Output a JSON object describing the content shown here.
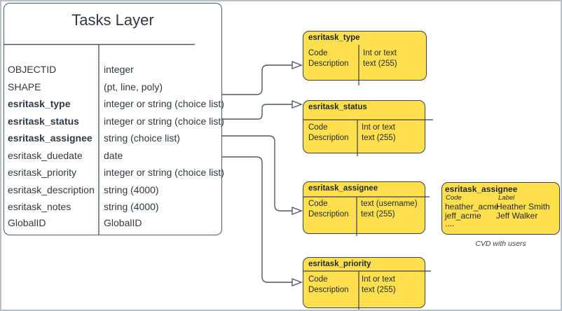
{
  "colors": {
    "choice_box_fill": "#ffdf4d",
    "shape_border": "#38434e",
    "connector": "#4d5a67",
    "text": "#2e3943",
    "frame_border": "#b7c0ca"
  },
  "tasks_layer": {
    "title": "Tasks Layer",
    "fields": [
      {
        "name": "OBJECTID",
        "type": "integer"
      },
      {
        "name": "SHAPE",
        "type": "(pt, line, poly)"
      },
      {
        "name": "esritask_type",
        "type": "integer or string (choice list)"
      },
      {
        "name": "esritask_status",
        "type": "integer or string (choice list)"
      },
      {
        "name": "esritask_assignee",
        "type": "string (choice list)"
      },
      {
        "name": "esritask_duedate",
        "type": "date"
      },
      {
        "name": "esritask_priority",
        "type": "integer or string (choice list)"
      },
      {
        "name": "esritask_description",
        "type": "string (4000)"
      },
      {
        "name": "esritask_notes",
        "type": "string (4000)"
      },
      {
        "name": "GlobalID",
        "type": "GlobalID"
      }
    ]
  },
  "choice_boxes": {
    "type": {
      "title": "esritask_type",
      "col1": [
        "Code",
        "Description"
      ],
      "col2": [
        "Int or text",
        "text (255)"
      ]
    },
    "status": {
      "title": "esritask_status",
      "col1": [
        "Code",
        "Description"
      ],
      "col2": [
        "Int or text",
        "text (255)"
      ]
    },
    "assignee": {
      "title": "esritask_assignee",
      "col1": [
        "Code",
        "Description"
      ],
      "col2": [
        "text (username)",
        "text (255)"
      ]
    },
    "priority": {
      "title": "esritask_priority",
      "col1": [
        "Code",
        "Description"
      ],
      "col2": [
        "Int or text",
        "text (255)"
      ]
    }
  },
  "cvd_box": {
    "title": "esritask_assignee",
    "col_headers": [
      "Code",
      "Label"
    ],
    "users": [
      {
        "code": "heather_acme",
        "label": "Heather Smith"
      },
      {
        "code": "jeff_acme",
        "label": "Jeff Walker"
      }
    ],
    "ellipsis": "....",
    "caption": "CVD with users"
  }
}
